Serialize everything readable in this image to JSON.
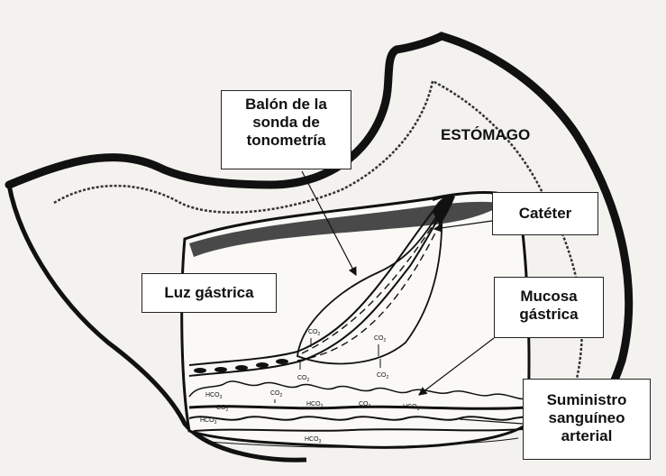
{
  "labels": {
    "stomach": "ESTÓMAGO",
    "balloon": [
      "Balón de la",
      "sonda de",
      "tonometría"
    ],
    "catheter": "Catéter",
    "lumen": "Luz gástrica",
    "mucosa": [
      "Mucosa",
      "gástrica"
    ],
    "supply": [
      "Suministro",
      "sanguíneo",
      "arterial"
    ]
  },
  "chemistry": {
    "co2": "CO",
    "hco3": "HCO",
    "sub2": "2",
    "sub3": "3"
  },
  "colors": {
    "background": "#f3f2ee",
    "ink": "#111111",
    "box": "#ffffff"
  }
}
